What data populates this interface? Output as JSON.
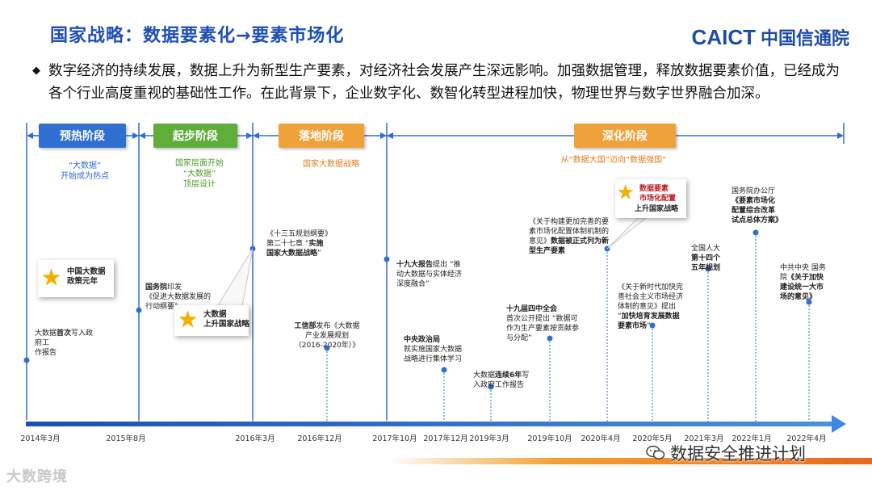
{
  "header": {
    "title": "国家战略：数据要素化→要素市场化",
    "logo_en": "CAICT",
    "logo_cn": "中国信通院"
  },
  "intro": {
    "bullet": "◆",
    "text": "数字经济的持续发展，数据上升为新型生产要素，对经济社会发展产生深远影响。加强数据管理，释放数据要素价值，已经成为各个行业高度重视的基础性工作。在此背景下，企业数字化、数智化转型进程加快，物理世界与数字世界融合加深。"
  },
  "phases": [
    {
      "label": "预热阶段",
      "color": "#2f6fd2",
      "note": "“大数据”\n开始成为热点",
      "note_color": "#2f6fd2"
    },
    {
      "label": "起步阶段",
      "color": "#5fae3c",
      "note": "国家层面开始\n“大数据”\n顶层设计",
      "note_color": "#4d9a2b"
    },
    {
      "label": "落地阶段",
      "color": "#f0a23a",
      "note": "国家大数据战略",
      "note_color": "#e07d1a"
    },
    {
      "label": "深化阶段",
      "color": "#f0a23a",
      "note": "从“数据大国”迈向“数据强国”",
      "note_color": "#e07d1a"
    }
  ],
  "dates": [
    "2014年3月",
    "2015年8月",
    "2016年3月",
    "2016年12月",
    "2017年10月",
    "2017年12月",
    "2019年3月",
    "2019年10月",
    "2020年4月",
    "2020年5月",
    "2021年3月",
    "2022年1月",
    "2022年4月"
  ],
  "events": {
    "e1_card": "中国大数据\n政策元年",
    "e1_text_a": "大数据",
    "e1_text_b": "首次",
    "e1_text_c": "写入政府工\n作报告",
    "e2_org": "国务院",
    "e2_text": "印发\n《促进大数据发展的\n行动纲要》",
    "e2_card": "大数据\n上升国家战略",
    "e3_text": "《十三五规划纲要》\n第二十七章 “",
    "e3_bold": "实施\n国家大数据战略",
    "e3_tail": "”",
    "e4_org": "工信部",
    "e4_text": "发布《大数据\n产业发展规划\n（2016-2020年）》",
    "e5_bold": "十九大报告",
    "e5_text": "提出 “推\n动大数据与实体经济\n深度融合”",
    "e6_bold": "中央政治局",
    "e6_text": "就实施国家大数据\n战略进行集体学习",
    "e7_a": "大数据",
    "e7_bold": "连续6年",
    "e7_b": "写\n入政府工作报告",
    "e8_bold": "十九届四中全会",
    "e8_text": "首次公开提出 “数据可\n作为生产要素按贡献参\n与分配”",
    "e9_text": "《关于构建更加完善的要\n素市场化配置体制机制的\n意见》",
    "e9_bold": "数据被正式列为新\n型生产要素",
    "e9_card_red": "数据要素\n市场化配置",
    "e9_card_b": "上升国家战略",
    "e10_text": "《关于新时代加快完\n善社会主义市场经济\n体制的意见》提出\n“",
    "e10_bold": "加快培育发展数据\n要素市场",
    "e10_tail": "”",
    "e11_a": "全国人大",
    "e11_bold": "第十四个\n五年规划",
    "e12_a": "国务院办公厅",
    "e12_bold": "《要素市场化\n配置综合改革\n试点总体方案》",
    "e13_a": "中共中央 国务\n院",
    "e13_bold": "《关于加快\n建设统一大市\n场的意见》"
  },
  "watermarks": {
    "left": "大数跨境",
    "right": "数据安全推进计划"
  },
  "colors": {
    "axis": "#2f6fd2",
    "title": "#1f4fb4",
    "star": "#f2b100",
    "accent_red": "#c0191f"
  }
}
